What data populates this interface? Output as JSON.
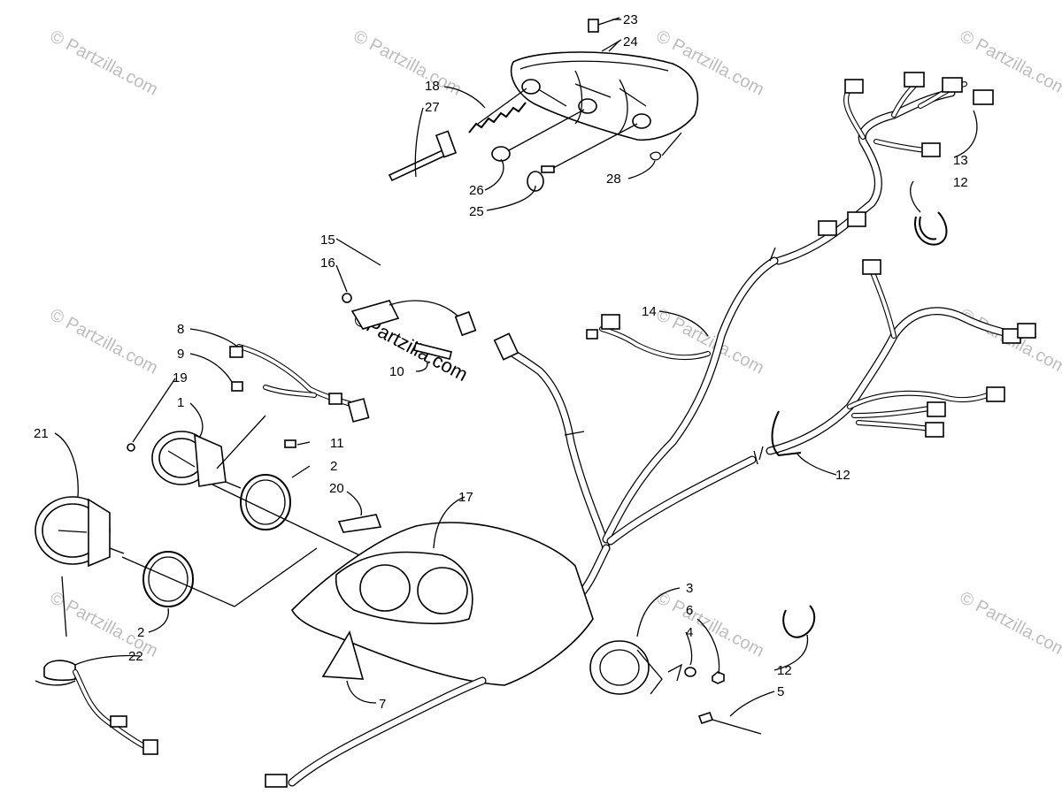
{
  "diagram": {
    "callouts": [
      {
        "id": "c23",
        "label": "23"
      },
      {
        "id": "c24",
        "label": "24"
      },
      {
        "id": "c18",
        "label": "18"
      },
      {
        "id": "c27",
        "label": "27"
      },
      {
        "id": "c26",
        "label": "26"
      },
      {
        "id": "c25",
        "label": "25"
      },
      {
        "id": "c28",
        "label": "28"
      },
      {
        "id": "c13",
        "label": "13"
      },
      {
        "id": "c12a",
        "label": "12"
      },
      {
        "id": "c15",
        "label": "15"
      },
      {
        "id": "c16",
        "label": "16"
      },
      {
        "id": "c10",
        "label": "10"
      },
      {
        "id": "c14",
        "label": "14"
      },
      {
        "id": "c8",
        "label": "8"
      },
      {
        "id": "c9",
        "label": "9"
      },
      {
        "id": "c19",
        "label": "19"
      },
      {
        "id": "c1",
        "label": "1"
      },
      {
        "id": "c11",
        "label": "11"
      },
      {
        "id": "c2a",
        "label": "2"
      },
      {
        "id": "c21",
        "label": "21"
      },
      {
        "id": "c20",
        "label": "20"
      },
      {
        "id": "c17",
        "label": "17"
      },
      {
        "id": "c12b",
        "label": "12"
      },
      {
        "id": "c2b",
        "label": "2"
      },
      {
        "id": "c3",
        "label": "3"
      },
      {
        "id": "c6",
        "label": "6"
      },
      {
        "id": "c4",
        "label": "4"
      },
      {
        "id": "c22",
        "label": "22"
      },
      {
        "id": "c7",
        "label": "7"
      },
      {
        "id": "c12c",
        "label": "12"
      },
      {
        "id": "c5",
        "label": "5"
      }
    ],
    "watermark": {
      "text": "© Partzilla.com",
      "center_text": "©Partzilla.com"
    }
  }
}
